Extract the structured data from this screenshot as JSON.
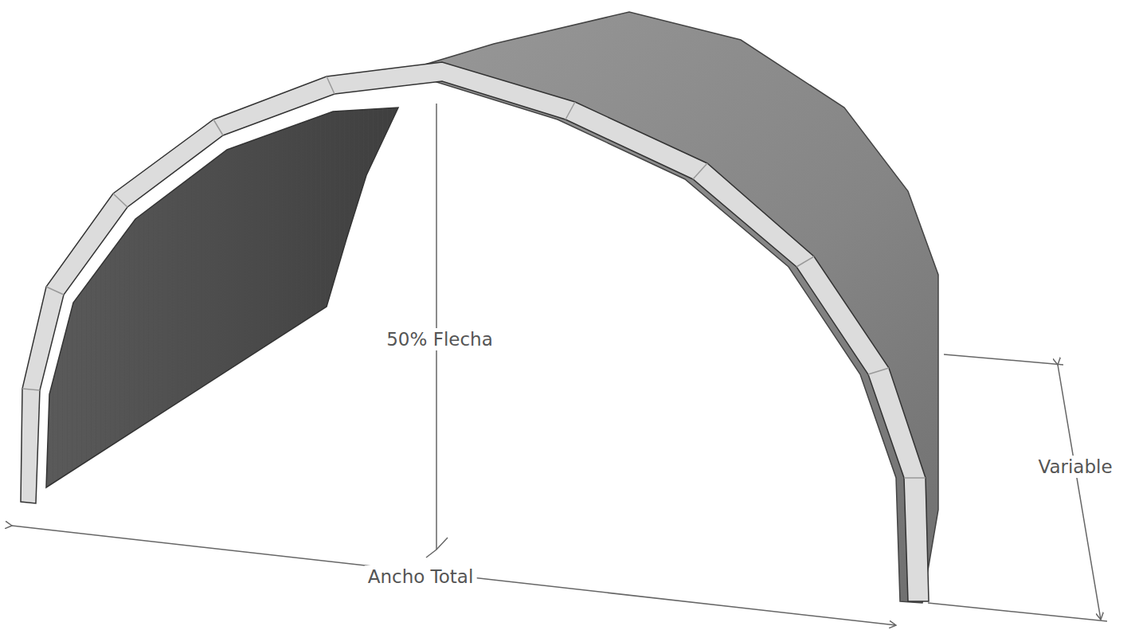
{
  "diagram": {
    "labels": [
      "50% Flecha",
      "Ancho Total",
      "Variable"
    ]
  }
}
